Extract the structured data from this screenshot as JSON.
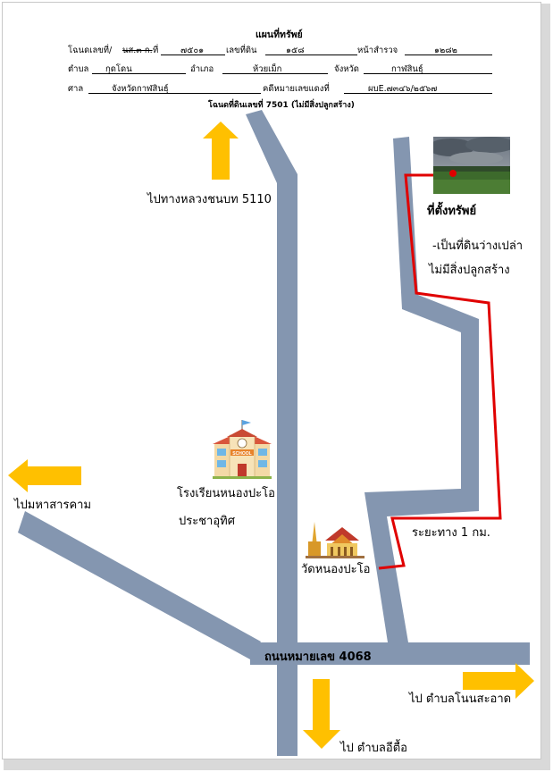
{
  "header": {
    "title": "แผนที่ทรัพย์",
    "row1": {
      "deed_label": "โฉนดเลขที่/",
      "deed_struck": "นส.๓ ก.",
      "no_label": "ที่",
      "no_value": "๗๕๐๑",
      "land_no_label": "เลขที่ดิน",
      "land_no_value": "๑๕๘",
      "survey_label": "หน้าสำรวจ",
      "survey_value": "๑๒๘๒"
    },
    "row2": {
      "subdistrict_label": "ตำบล",
      "subdistrict_value": "กุดโดน",
      "district_label": "อำเภอ",
      "district_value": "ห้วยเม็ก",
      "province_label": "จังหวัด",
      "province_value": "กาฬสินธุ์"
    },
    "row3": {
      "court_label": "ศาล",
      "court_value": "จังหวัดกาฬสินธุ์",
      "case_label": "คดีหมายเลขแดงที่",
      "case_value": "ผบE.๗๓๔๖/๒๕๖๗"
    },
    "subtitle": "โฉนดที่ดินเลขที่ 7501 (ไม่มีสิ่งปลูกสร้าง)"
  },
  "map": {
    "to_highway": "ไปทางหลวงชนบท 5110",
    "to_mahasarakham": "ไปมหาสารคาม",
    "school_line1": "โรงเรียนหนองปะโอ",
    "school_line2": "ประชาอุทิศ",
    "school_sign": "SCHOOL",
    "temple": "วัดหนองปะโอ",
    "property_location": "ที่ตั้งทรัพย์",
    "empty_land_line1": "-เป็นที่ดินว่างเปล่า",
    "empty_land_line2": "ไม่มีสิ่งปลูกสร้าง",
    "distance": "ระยะทาง 1 กม.",
    "road_label": "ถนนหมายเลข 4068",
    "to_nonsaat": "ไป  ตำบลโนนสะอาด",
    "to_itue": "ไป  ตำบลอีตื้อ"
  },
  "colors": {
    "road": "#8496b0",
    "arrow": "#ffc000",
    "route": "#e00000"
  },
  "icons": [
    "school-icon",
    "temple-icon",
    "property-photo",
    "arrow-up-icon",
    "arrow-left-icon",
    "arrow-right-icon",
    "arrow-down-icon"
  ]
}
